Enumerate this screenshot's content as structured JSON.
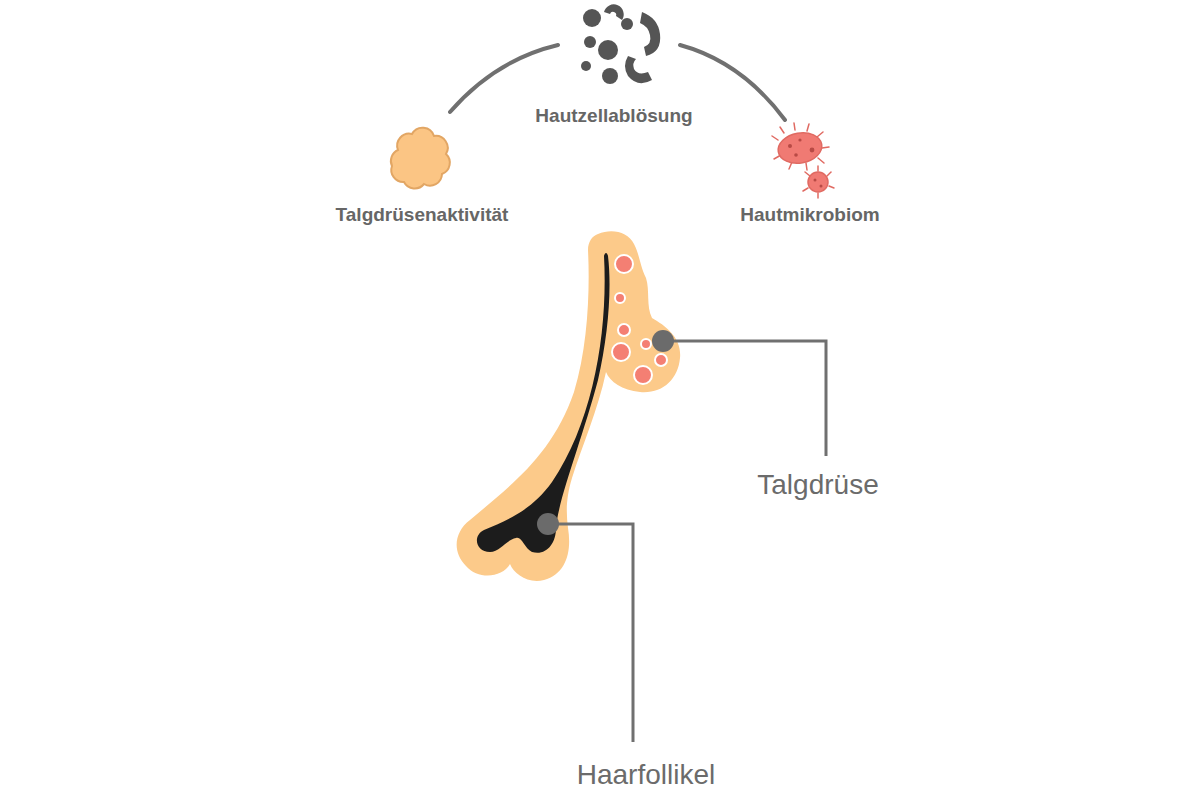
{
  "diagram": {
    "labels": [
      "Hautzellablösung",
      "Talgdrüsenaktivität",
      "Hautmikrobiom",
      "Talgdrüse",
      "Haarfollikel"
    ]
  }
}
